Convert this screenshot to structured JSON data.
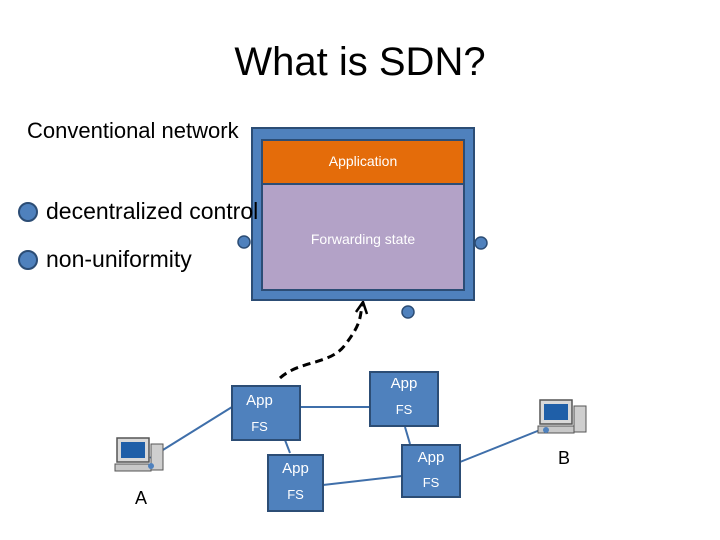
{
  "slide": {
    "title": "What is SDN?",
    "subtitle": "Conventional network",
    "bullets": [
      "decentralized control",
      "non-uniformity"
    ]
  },
  "router_zoom": {
    "application_label": "Application",
    "forwarding_label": "Forwarding state"
  },
  "nodes": [
    {
      "app": "App",
      "fs": "FS"
    },
    {
      "app": "App",
      "fs": "FS"
    },
    {
      "app": "App",
      "fs": "FS"
    },
    {
      "app": "App",
      "fs": "FS"
    }
  ],
  "hosts": {
    "a_label": "A",
    "b_label": "B"
  },
  "colors": {
    "outer_box": "#4f81bd",
    "outer_border": "#2c4d75",
    "application_fill": "#e46c0a",
    "forwarding_fill": "#b3a2c7",
    "node_fill": "#4f81bd",
    "link": "#3f6faa"
  },
  "icons": {
    "host": "computer-icon",
    "connector": "port-dot-icon"
  }
}
